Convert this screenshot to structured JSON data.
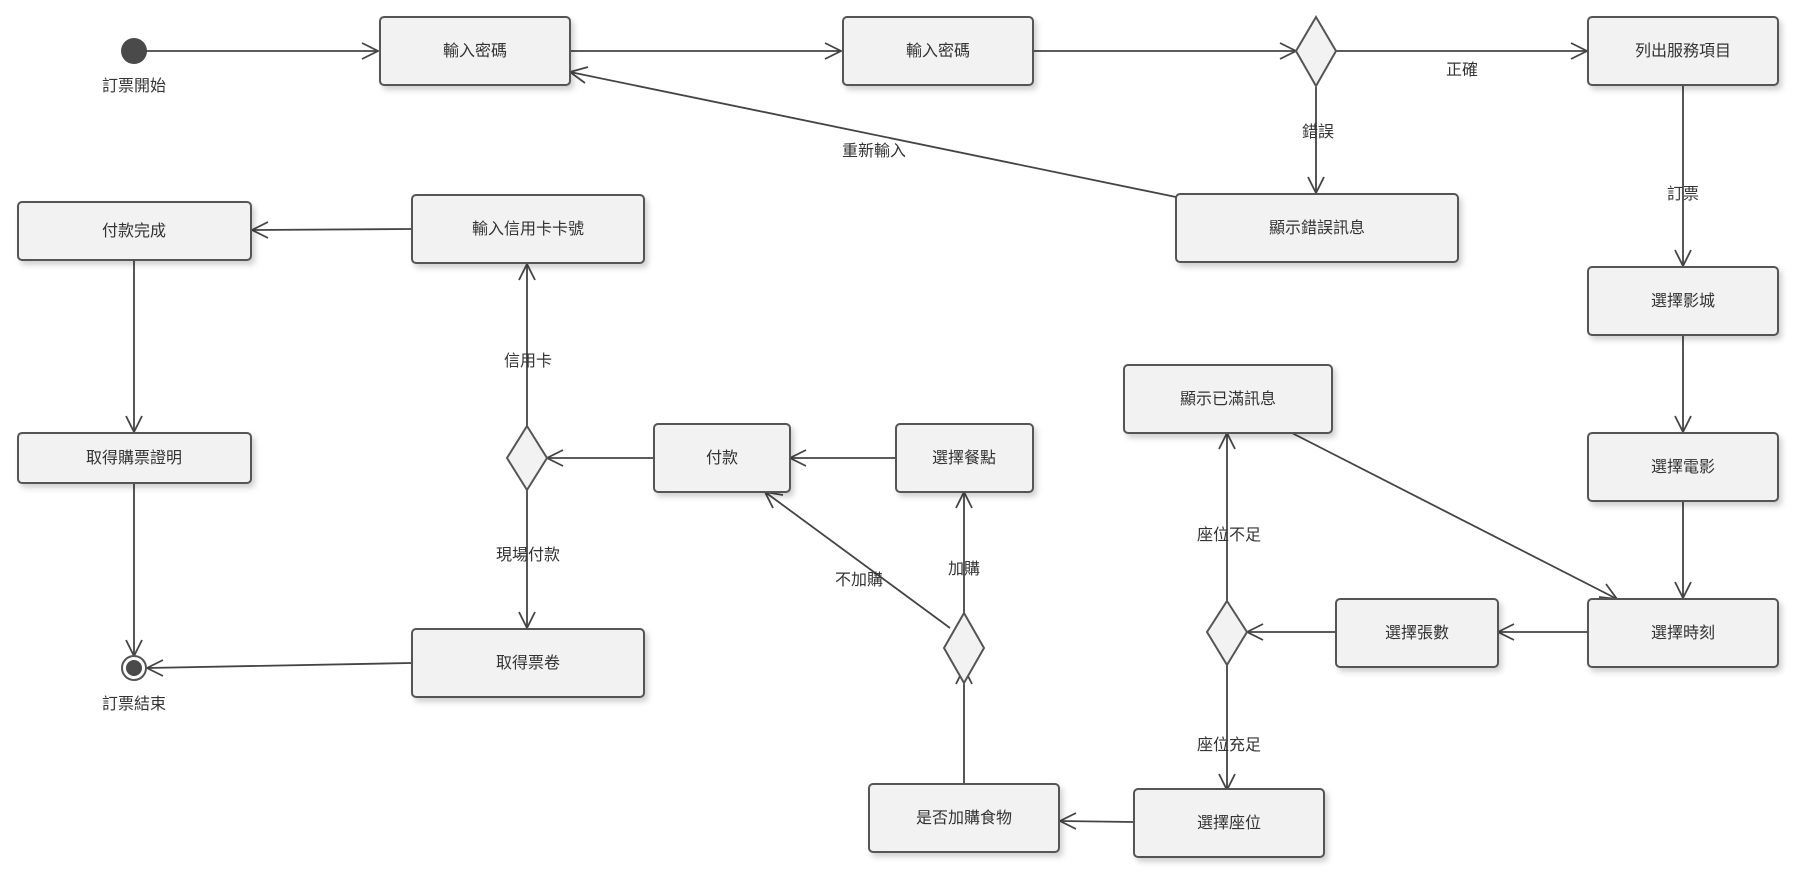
{
  "nodes": {
    "start_label": "訂票開始",
    "end_label": "訂票結束",
    "input_password_1": "輸入密碼",
    "input_password_2": "輸入密碼",
    "list_services": "列出服務項目",
    "show_error": "顯示錯誤訊息",
    "select_cinema": "選擇影城",
    "select_movie": "選擇電影",
    "select_time": "選擇時刻",
    "select_quantity": "選擇張數",
    "show_full": "顯示已滿訊息",
    "select_seat": "選擇座位",
    "add_food": "是否加購食物",
    "select_meal": "選擇餐點",
    "pay": "付款",
    "input_card": "輸入信用卡卡號",
    "payment_done": "付款完成",
    "get_proof": "取得購票證明",
    "get_ticket": "取得票卷"
  },
  "edges": {
    "correct": "正確",
    "wrong": "錯誤",
    "reenter": "重新輸入",
    "book": "訂票",
    "seat_insufficient": "座位不足",
    "seat_sufficient": "座位充足",
    "add_buy": "加購",
    "no_add_buy": "不加購",
    "credit_card": "信用卡",
    "onsite_pay": "現場付款"
  }
}
